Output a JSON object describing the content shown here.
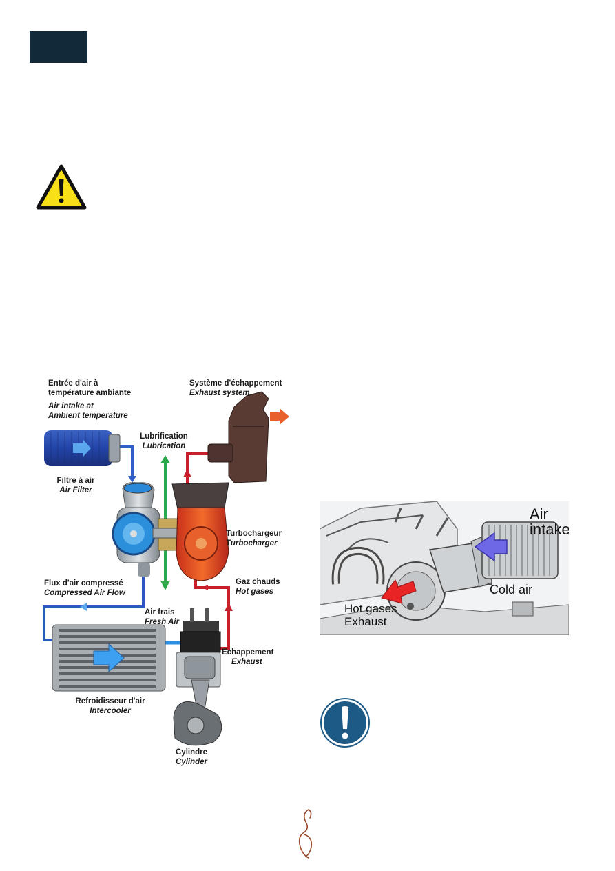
{
  "diagram": {
    "air_intake_fr_1": "Entrée d'air à",
    "air_intake_fr_2": "température ambiante",
    "air_intake_en_1": "Air intake at",
    "air_intake_en_2": "Ambient temperature",
    "exhaust_system_fr": "Système d'échappement",
    "exhaust_system_en": "Exhaust system",
    "lubrication_fr": "Lubrification",
    "lubrication_en": "Lubrication",
    "air_filter_fr": "Filtre à air",
    "air_filter_en": "Air Filter",
    "turbo_fr": "Turbochargeur",
    "turbo_en": "Turbocharger",
    "compressed_fr": "Flux d'air compressé",
    "compressed_en": "Compressed Air Flow",
    "hot_gases_fr": "Gaz chauds",
    "hot_gases_en": "Hot gases",
    "fresh_air_fr": "Air frais",
    "fresh_air_en": "Fresh Air",
    "exhaust_fr": "Echappement",
    "exhaust_en": "Exhaust",
    "intercooler_fr": "Refroidisseur d'air",
    "intercooler_en": "Intercooler",
    "cylinder_fr": "Cylindre",
    "cylinder_en": "Cylinder"
  },
  "photo": {
    "air_intake_1": "Air",
    "air_intake_2": "intake",
    "cold_air": "Cold air",
    "hot_gases": "Hot gases",
    "exhaust": "Exhaust"
  },
  "icons": {
    "warning": "warning-icon",
    "notice": "exclamation-icon",
    "logo": "brand-logo-icon"
  },
  "colors": {
    "header_block": "#12293a",
    "warning_yellow": "#f7e017",
    "notice_blue": "#1d5a86",
    "cold_flow": "#2f7fd6",
    "hot_flow": "#d8232a",
    "lube_flow": "#2aa84a",
    "logo": "#9b4a2a"
  }
}
